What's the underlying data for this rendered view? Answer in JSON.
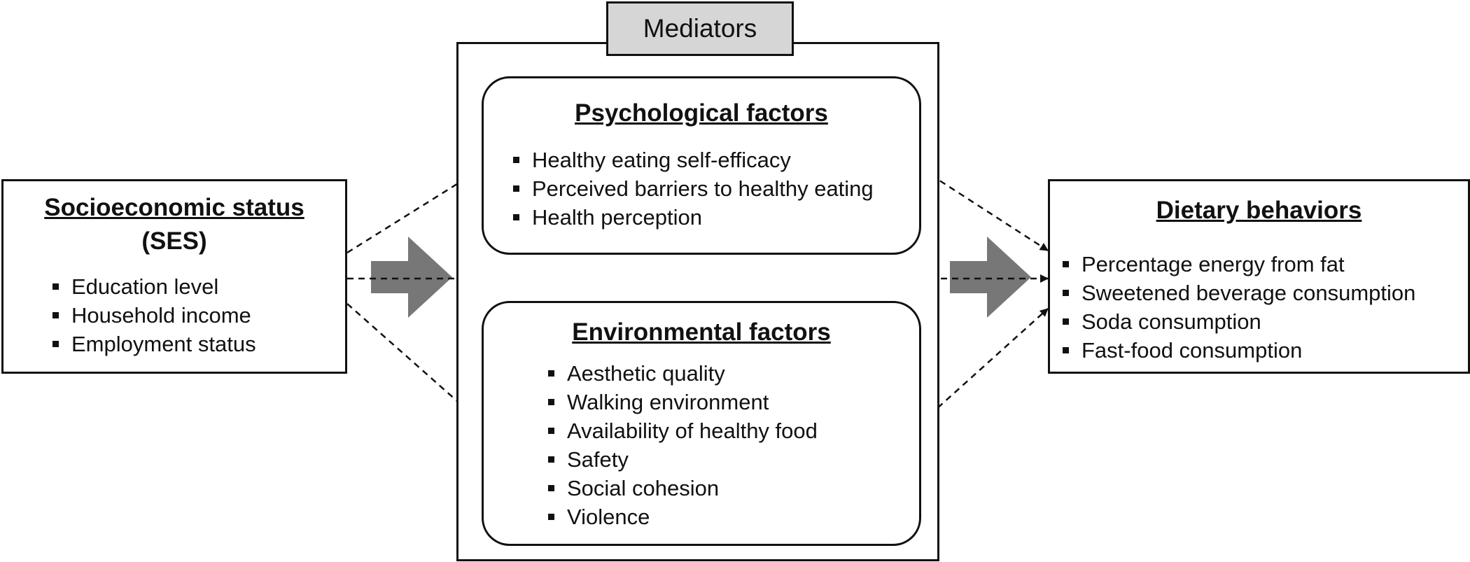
{
  "ses": {
    "title": "Socioeconomic status",
    "subtitle": "(SES)",
    "items": [
      "Education level",
      "Household income",
      "Employment status"
    ]
  },
  "mediators": {
    "label": "Mediators",
    "psychological": {
      "title": "Psychological factors",
      "items": [
        "Healthy eating self-efficacy",
        "Perceived barriers to healthy eating",
        "Health perception"
      ]
    },
    "environmental": {
      "title": "Environmental factors",
      "items": [
        "Aesthetic quality",
        "Walking environment",
        "Availability of healthy food",
        "Safety",
        "Social cohesion",
        "Violence"
      ]
    }
  },
  "dietary": {
    "title": "Dietary behaviors",
    "items": [
      "Percentage energy from fat",
      "Sweetened beverage consumption",
      "Soda consumption",
      "Fast-food consumption"
    ]
  },
  "colors": {
    "line": "#111111",
    "tab_fill": "#d6d6d6",
    "block_arrow": "#777777"
  }
}
